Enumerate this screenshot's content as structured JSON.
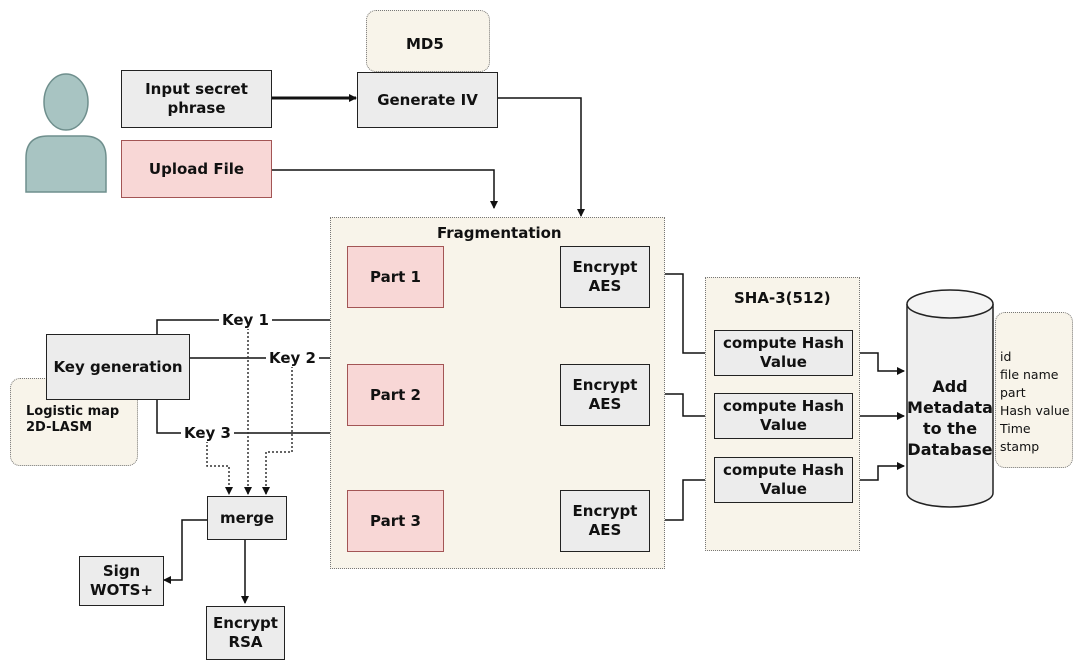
{
  "user_figure": {
    "icon": "user-silhouette-icon",
    "color": "#a8c4c2"
  },
  "inputs": {
    "secret_phrase": "Input secret\nphrase",
    "upload_file": "Upload File"
  },
  "md5": {
    "label": "MD5",
    "generate_iv": "Generate IV"
  },
  "fragmentation": {
    "title": "Fragmentation",
    "parts": [
      "Part 1",
      "Part 2",
      "Part 3"
    ],
    "encrypt_aes": [
      "Encrypt\nAES",
      "Encrypt\nAES",
      "Encrypt\nAES"
    ]
  },
  "sha3": {
    "title": "SHA-3(512)",
    "hash_boxes": [
      "compute Hash\nValue",
      "compute Hash\nValue",
      "compute Hash\nValue"
    ]
  },
  "database": {
    "label": "Add\nMetadata\nto the\nDatabase",
    "fields": [
      "id",
      "file name",
      "part",
      "Hash value",
      "Time",
      "stamp"
    ]
  },
  "key_generation": {
    "label": "Key generation",
    "logistic_map": "Logistic map\n2D-LASM"
  },
  "keys": [
    "Key 1",
    "Key 2",
    "Key 3"
  ],
  "merge": "merge",
  "sign": "Sign\nWOTS+",
  "encrypt_rsa": "Encrypt\nRSA",
  "colors": {
    "pink_fill": "#f8d7d6",
    "gray_fill": "#ececec",
    "zone_fill": "#f8f4ea",
    "db_fill": "#eeeeee"
  }
}
